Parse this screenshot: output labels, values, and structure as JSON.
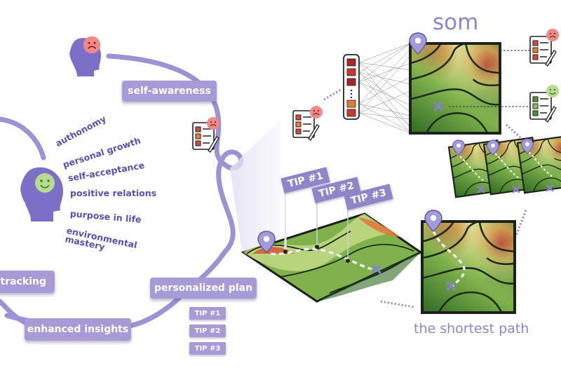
{
  "title": "som",
  "shortest_path_label": "the shortest path",
  "nodes": {
    "self_awareness": "self-awareness",
    "personalized_plan": "personalized plan",
    "enhanced_insights": "enhanced insights",
    "progress_tracking": "s tracking"
  },
  "wellbeing": [
    "authonomy",
    "personal growth",
    "self-acceptance",
    "positive relations",
    "purpose in life",
    "environmental",
    "mastery"
  ],
  "tips": [
    "TIP #1",
    "TIP #2",
    "TIP #3"
  ],
  "flags": [
    "TIP #1",
    "TIP #2",
    "TIP #3"
  ],
  "colors": {
    "accent": "#a69bd6",
    "text_purple": "#5a4fb3",
    "map_green": "#3e7a2e",
    "map_red": "#c8452b",
    "map_yellow": "#e8e6a0"
  },
  "icons": [
    "sad-face-icon",
    "happy-face-icon",
    "head-silhouette-icon",
    "checklist-icon",
    "location-pin-icon",
    "x-mark-icon",
    "neuron-vector-icon"
  ]
}
